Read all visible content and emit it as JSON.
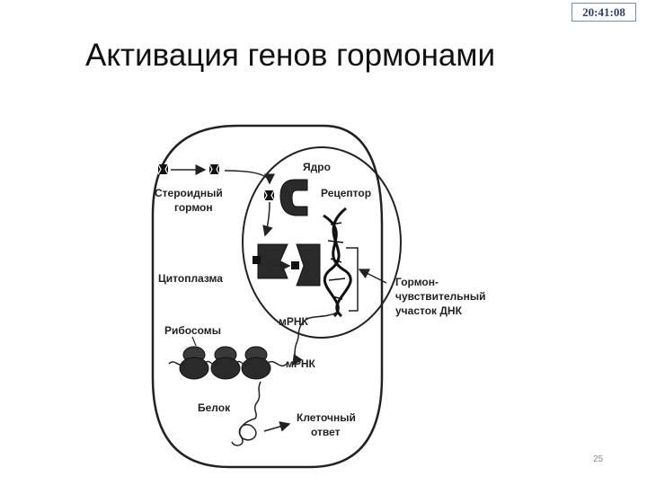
{
  "header": {
    "timestamp": "20:41:08"
  },
  "slide": {
    "title": "Активация генов гормонами",
    "page_number": "25"
  },
  "diagram": {
    "labels": {
      "steroid_hormone_1": "Стероидный",
      "steroid_hormone_2": "гормон",
      "nucleus": "Ядро",
      "receptor": "Рецептор",
      "cytoplasm": "Цитоплазма",
      "dna_region_1": "Гормон-",
      "dna_region_2": "чувствительный",
      "dna_region_3": "участок ДНК",
      "mrna_nucleus": "мРНК",
      "ribosomes": "Рибосомы",
      "mrna_cytoplasm": "мРНК",
      "protein": "Белок",
      "response_1": "Клеточный",
      "response_2": "ответ"
    }
  }
}
